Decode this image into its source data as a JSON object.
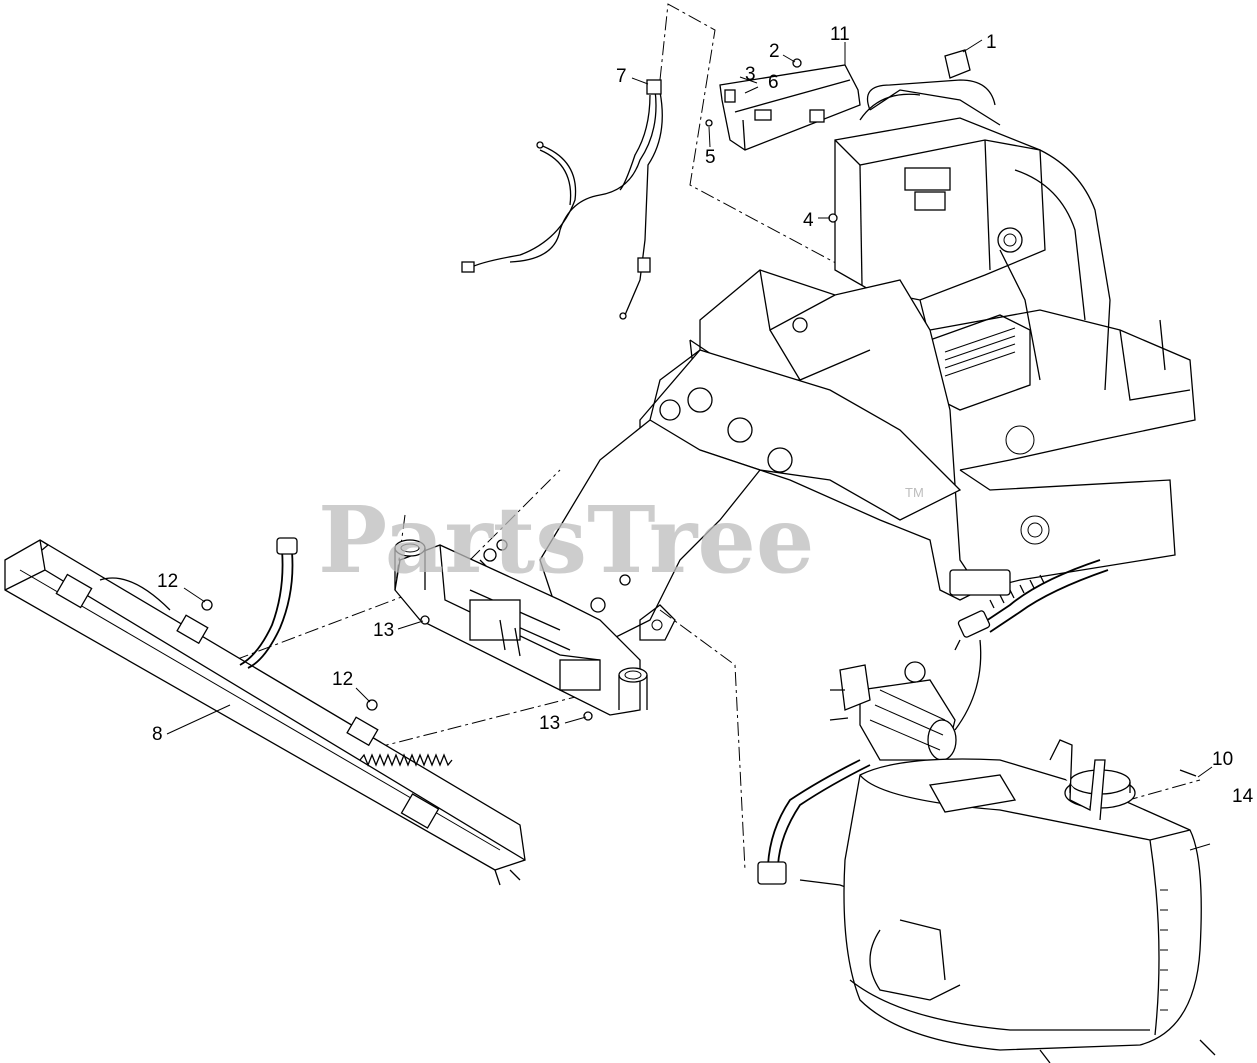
{
  "watermark": {
    "text": "PartsTree",
    "mark": "TM"
  },
  "callouts": {
    "c1": "1",
    "c2": "2",
    "c3": "3",
    "c4": "4",
    "c5": "5",
    "c6": "6",
    "c7": "7",
    "c8": "8",
    "c10": "10",
    "c11": "11",
    "c12a": "12",
    "c12b": "12",
    "c13a": "13",
    "c13b": "13",
    "c14": "14"
  }
}
